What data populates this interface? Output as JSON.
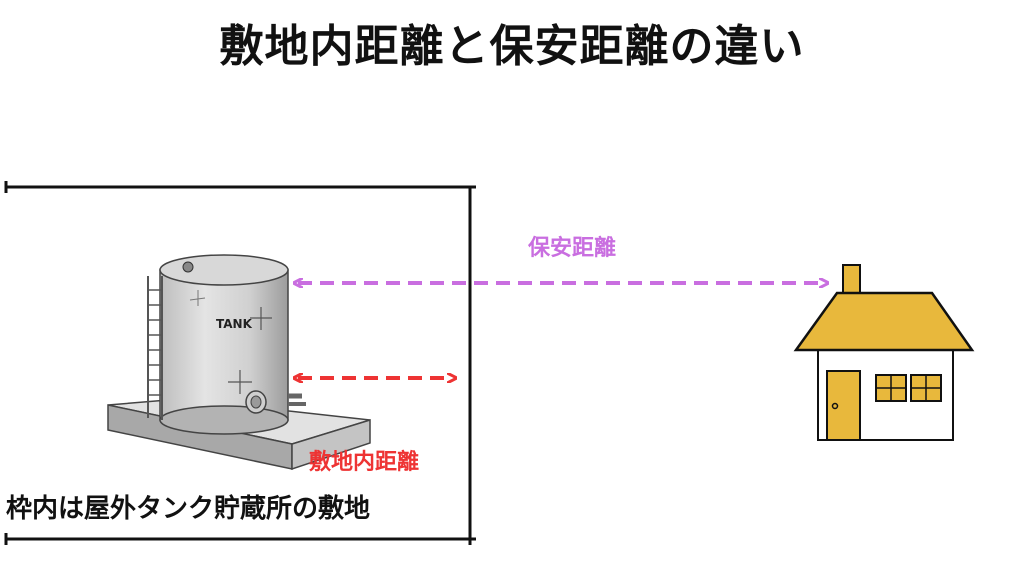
{
  "title": "敷地内距離と保安距離の違い",
  "labels": {
    "safety_distance": "保安距離",
    "onsite_distance": "敷地内距離",
    "boundary_caption": "枠内は屋外タンク貯蔵所の敷地",
    "tank_text": "TANK"
  },
  "colors": {
    "safety_arrow": "#c96ee0",
    "onsite_arrow": "#ee3333",
    "house_roof": "#e8b83c",
    "house_door": "#e8b83c",
    "outline": "#111111"
  },
  "icons": [
    "storage-tank-illustration",
    "house-icon"
  ]
}
